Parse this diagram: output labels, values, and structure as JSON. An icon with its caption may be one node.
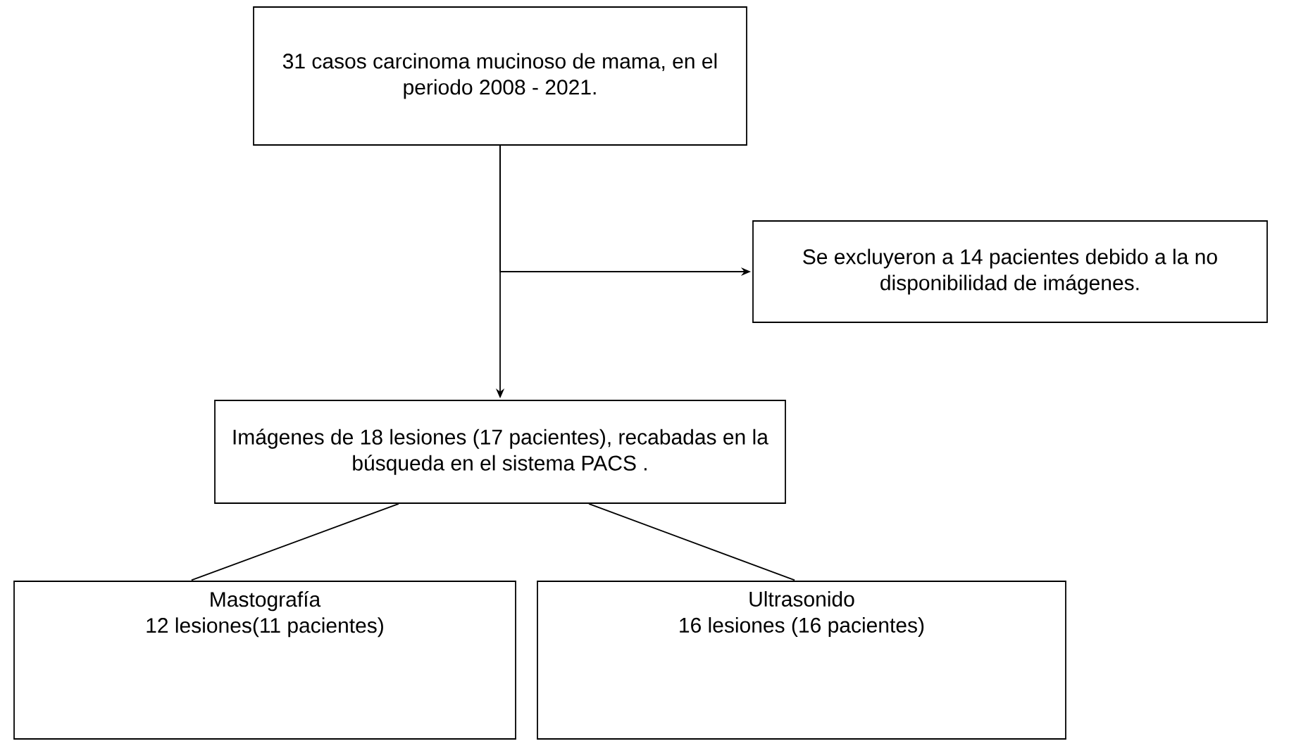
{
  "diagram": {
    "nodes": [
      {
        "text": [
          "31 casos carcinoma mucinoso de mama, en el periodo 2008 - 2021."
        ]
      },
      {
        "text": [
          "Se excluyeron a 14 pacientes debido a la no disponibilidad de imágenes."
        ]
      },
      {
        "text": [
          "Imágenes de 18 lesiones (17 pacientes), recabadas en la búsqueda en el sistema PACS ."
        ]
      },
      {
        "text": [
          "Mastografía",
          "12 lesiones(11 pacientes)"
        ]
      },
      {
        "text": [
          "Ultrasonido",
          "16 lesiones (16 pacientes)"
        ]
      }
    ],
    "edges": [
      {
        "from": 0,
        "to": 2,
        "arrow": "to"
      },
      {
        "from": 0,
        "to": 1,
        "arrow": "to"
      },
      {
        "from": 2,
        "to": 3,
        "arrow": "none"
      },
      {
        "from": 2,
        "to": 4,
        "arrow": "none"
      }
    ]
  }
}
